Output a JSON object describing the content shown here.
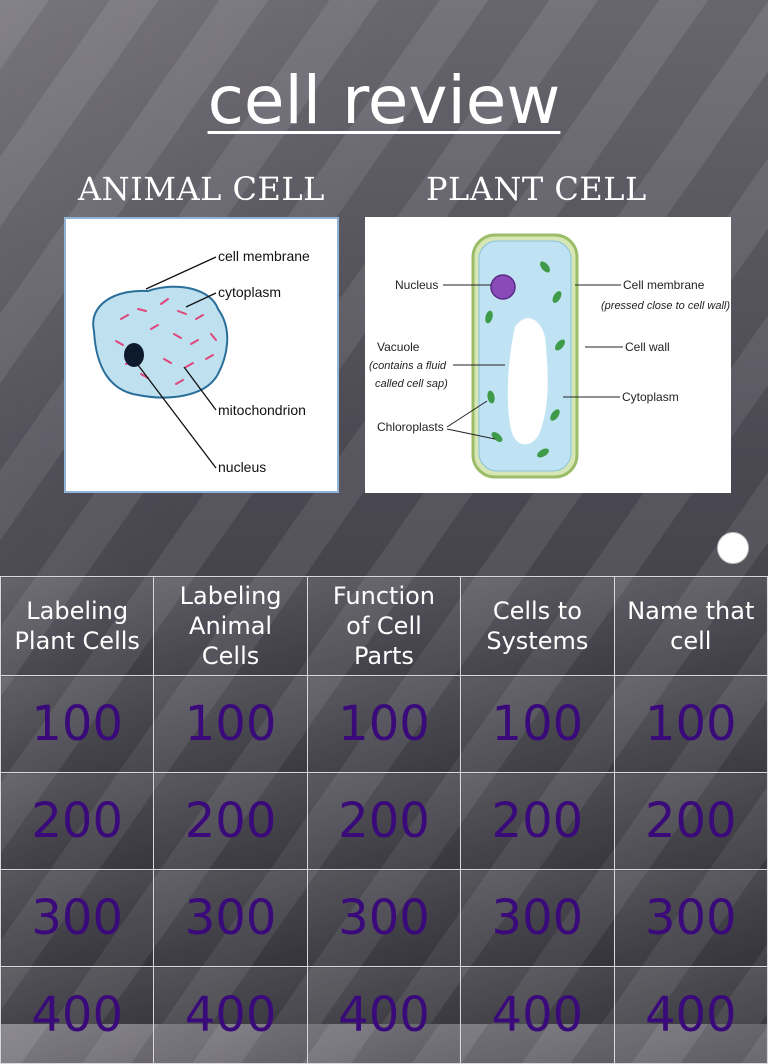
{
  "title": "cell review",
  "animal": {
    "heading": "ANIMAL CELL",
    "labels": [
      "cell membrane",
      "cytoplasm",
      "mitochondrion",
      "nucleus"
    ]
  },
  "plant": {
    "heading": "PLANT CELL",
    "labels": {
      "nucleus": "Nucleus",
      "vacuole_1": "Vacuole",
      "vacuole_2": "(contains a fluid",
      "vacuole_3": "called cell sap)",
      "chloroplasts": "Chloroplasts",
      "membrane_1": "Cell membrane",
      "membrane_2": "(pressed close to cell wall)",
      "cell_wall": "Cell wall",
      "cytoplasm": "Cytoplasm"
    }
  },
  "colors": {
    "value_text": "#3a0a7a",
    "header_text": "#ffffff"
  },
  "board": {
    "categories": [
      [
        "Labeling",
        "Plant Cells"
      ],
      [
        "Labeling",
        "Animal",
        "Cells"
      ],
      [
        "Function",
        "of Cell",
        "Parts"
      ],
      [
        "Cells to",
        "Systems"
      ],
      [
        "Name that",
        "cell"
      ]
    ],
    "values": [
      "100",
      "200",
      "300",
      "400"
    ]
  }
}
